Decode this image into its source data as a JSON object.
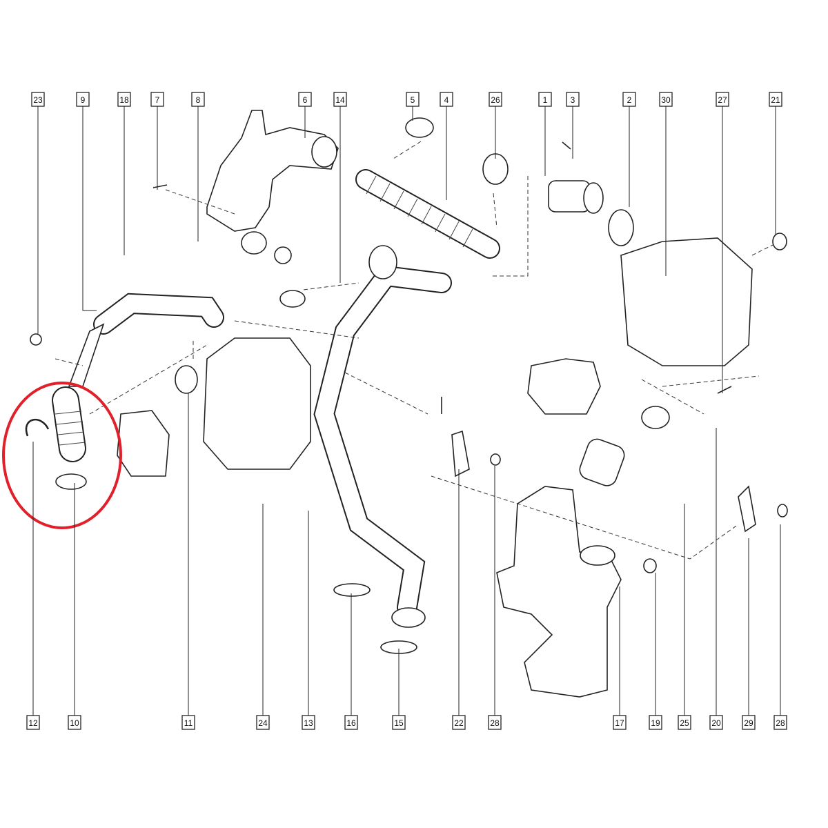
{
  "diagram": {
    "top_labels": [
      "23",
      "9",
      "18",
      "7",
      "8",
      "6",
      "14",
      "5",
      "4",
      "26",
      "1",
      "3",
      "2",
      "30",
      "27",
      "21"
    ],
    "bottom_labels": [
      "12",
      "10",
      "11",
      "24",
      "13",
      "16",
      "15",
      "22",
      "28",
      "17",
      "19",
      "25",
      "20",
      "29",
      "28"
    ],
    "highlight_color": "#e0202a"
  }
}
